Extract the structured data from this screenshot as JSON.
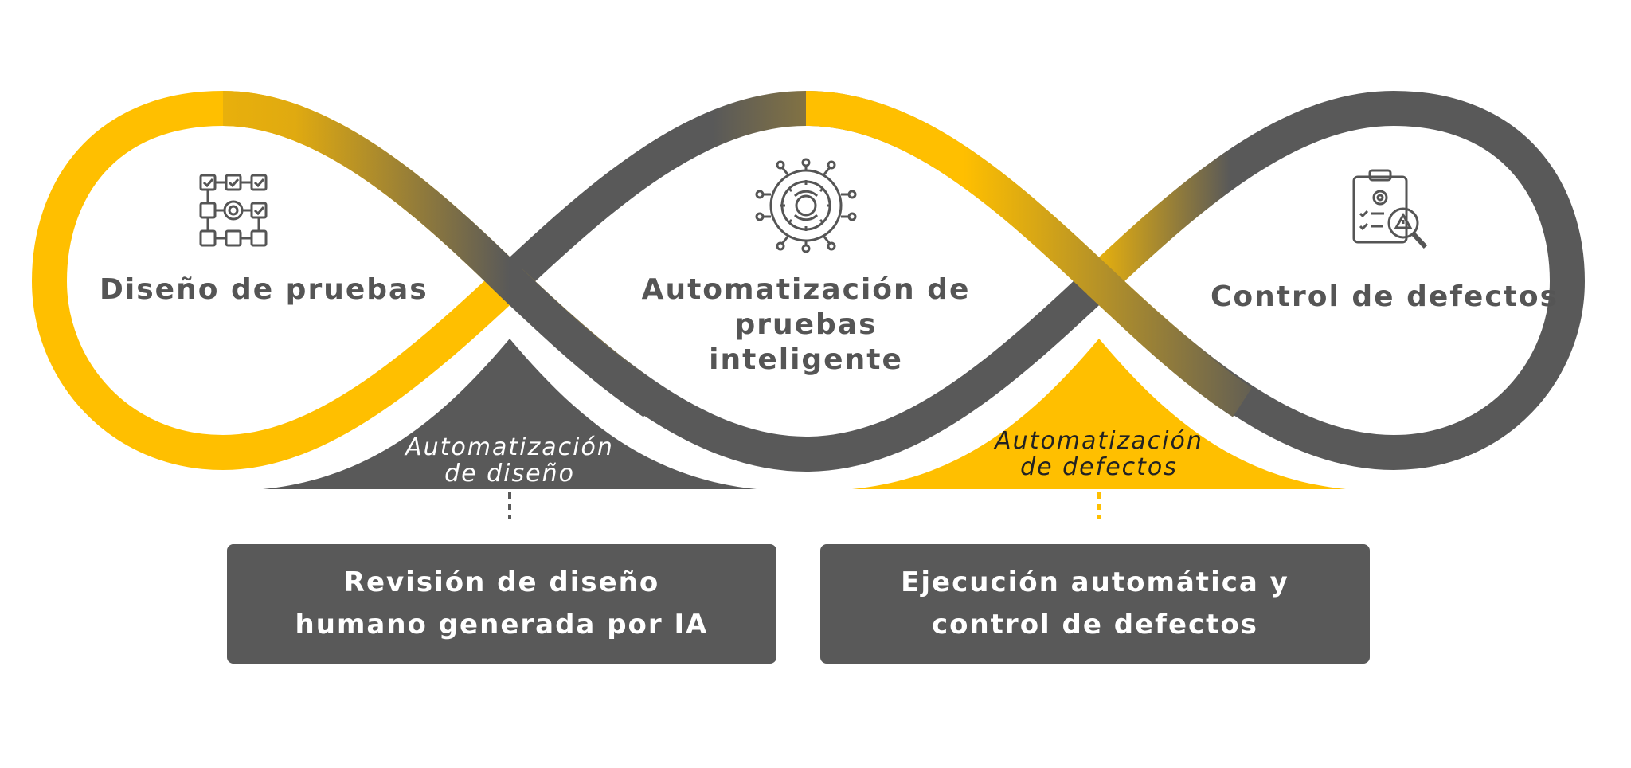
{
  "stages": [
    {
      "title": "Diseño de pruebas",
      "icon": "test-design-flow-icon"
    },
    {
      "title": "Automatización de\npruebas inteligente",
      "icon": "gear-automation-icon"
    },
    {
      "title": "Control de defectos",
      "icon": "clipboard-warning-icon"
    }
  ],
  "triangles": [
    {
      "label": "Automatización\nde diseño",
      "color": "#595959",
      "text_color": "#ffffff"
    },
    {
      "label": "Automatización\nde defectos",
      "color": "#ffbf00",
      "text_color": "#222222"
    }
  ],
  "boxes": [
    {
      "text": "Revisión de diseño\nhumano generada por IA"
    },
    {
      "text": "Ejecución automática y\ncontrol de defectos"
    }
  ],
  "colors": {
    "yellow": "#ffbf00",
    "gray": "#595959",
    "dash_gray": "#595959",
    "dash_yellow": "#ffbf00"
  }
}
